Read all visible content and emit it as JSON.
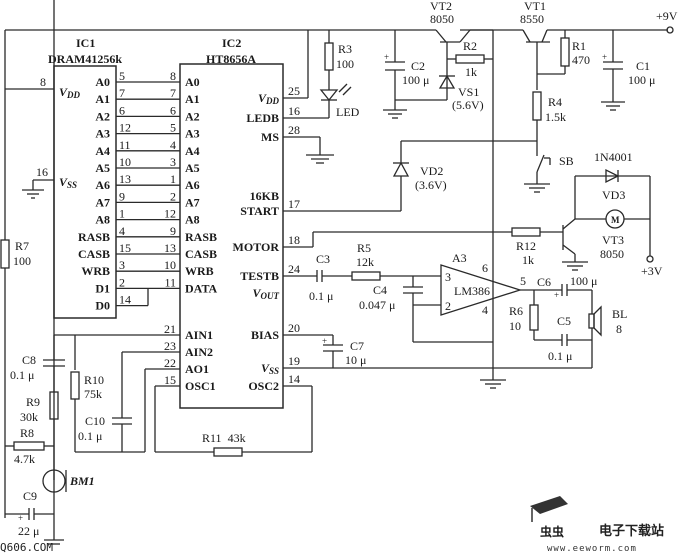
{
  "supplies": {
    "v9": "+9V",
    "v3": "+3V"
  },
  "ic1": {
    "ref": "IC1",
    "part": "DRAM41256k",
    "vdd_pin": "8",
    "vdd": "V",
    "vdd_sub": "DD",
    "vss_pin": "16",
    "vss": "V",
    "vss_sub": "SS",
    "pins": [
      {
        "label": "A0",
        "num": "5"
      },
      {
        "label": "A1",
        "num": "7"
      },
      {
        "label": "A2",
        "num": "6"
      },
      {
        "label": "A3",
        "num": "12"
      },
      {
        "label": "A4",
        "num": "11"
      },
      {
        "label": "A5",
        "num": "10"
      },
      {
        "label": "A6",
        "num": "13"
      },
      {
        "label": "A7",
        "num": "9"
      },
      {
        "label": "A8",
        "num": "1"
      },
      {
        "label": "RASB",
        "num": "4"
      },
      {
        "label": "CASB",
        "num": "15"
      },
      {
        "label": "WRB",
        "num": "3"
      },
      {
        "label": "D1",
        "num": "2"
      },
      {
        "label": "D0",
        "num": "14"
      }
    ]
  },
  "ic2": {
    "ref": "IC2",
    "part": "HT8656A",
    "left_pins": [
      {
        "label": "A0",
        "num": "8"
      },
      {
        "label": "A1",
        "num": "7"
      },
      {
        "label": "A2",
        "num": "6"
      },
      {
        "label": "A3",
        "num": "5"
      },
      {
        "label": "A4",
        "num": "4"
      },
      {
        "label": "A5",
        "num": "3"
      },
      {
        "label": "A6",
        "num": "1"
      },
      {
        "label": "A7",
        "num": "2"
      },
      {
        "label": "A8",
        "num": "12"
      },
      {
        "label": "RASB",
        "num": "9"
      },
      {
        "label": "CASB",
        "num": "13"
      },
      {
        "label": "WRB",
        "num": "10"
      },
      {
        "label": "DATA",
        "num": "11"
      }
    ],
    "left_pins_lower": [
      {
        "label": "AIN1",
        "num": "21"
      },
      {
        "label": "AIN2",
        "num": "23"
      },
      {
        "label": "AO1",
        "num": "22"
      },
      {
        "label": "OSC1",
        "num": "15"
      }
    ],
    "right_pins": [
      {
        "label": "VDD",
        "num": "25"
      },
      {
        "label": "LEDB",
        "num": "16"
      },
      {
        "label": "MS",
        "num": "28"
      },
      {
        "label": "16KB",
        "num": ""
      },
      {
        "label": "START",
        "num": "17"
      },
      {
        "label": "MOTOR",
        "num": "18"
      },
      {
        "label": "TESTB",
        "num": "24"
      },
      {
        "label": "VOUT",
        "num": ""
      },
      {
        "label": "BIAS",
        "num": "20"
      },
      {
        "label": "VSS",
        "num": "19"
      },
      {
        "label": "OSC2",
        "num": "14"
      }
    ]
  },
  "components": {
    "vt1": {
      "ref": "VT1",
      "value": "8550"
    },
    "vt2": {
      "ref": "VT2",
      "value": "8050"
    },
    "vt3": {
      "ref": "VT3",
      "value": "8050"
    },
    "r1": {
      "ref": "R1",
      "value": "470"
    },
    "r2": {
      "ref": "R2",
      "value": "1k"
    },
    "r3": {
      "ref": "R3",
      "value": "100"
    },
    "r4": {
      "ref": "R4",
      "value": "1.5k"
    },
    "r5": {
      "ref": "R5",
      "value": "12k"
    },
    "r6": {
      "ref": "R6",
      "value": "10"
    },
    "r7": {
      "ref": "R7",
      "value": "100"
    },
    "r8": {
      "ref": "R8",
      "value": "4.7k"
    },
    "r9": {
      "ref": "R9",
      "value": "30k"
    },
    "r10": {
      "ref": "R10",
      "value": "75k"
    },
    "r11": {
      "ref": "R11",
      "value": "43k"
    },
    "r12": {
      "ref": "R12",
      "value": "1k"
    },
    "c1": {
      "ref": "C1",
      "value": "100 μ"
    },
    "c2": {
      "ref": "C2",
      "value": "100 μ"
    },
    "c3": {
      "ref": "C3",
      "value": "0.1 μ"
    },
    "c4": {
      "ref": "C4",
      "value": "0.047 μ"
    },
    "c5": {
      "ref": "C5",
      "value": "0.1 μ"
    },
    "c6": {
      "ref": "C6",
      "value": "100 μ"
    },
    "c7": {
      "ref": "C7",
      "value": "10 μ"
    },
    "c8": {
      "ref": "C8",
      "value": "0.1 μ"
    },
    "c9": {
      "ref": "C9",
      "value": "22 μ"
    },
    "c10": {
      "ref": "C10",
      "value": "0.1 μ"
    },
    "vs1": {
      "ref": "VS1",
      "value": "(5.6V)"
    },
    "vd2": {
      "ref": "VD2",
      "value": "(3.6V)"
    },
    "vd3": {
      "ref": "VD3",
      "value": "1N4001"
    },
    "led": {
      "ref": "LED"
    },
    "sb": {
      "ref": "SB"
    },
    "a3": {
      "ref": "A3",
      "value": "LM386",
      "pins": {
        "p3": "3",
        "p2": "2",
        "p6": "6",
        "p4": "4",
        "p5": "5"
      }
    },
    "bl": {
      "ref": "BL",
      "value": "8"
    },
    "bm1": {
      "ref": "BM1"
    },
    "motor": {
      "ref": "M"
    }
  },
  "watermarks": {
    "left": "Q606.COM",
    "brand_cn": "电子下载站",
    "brand_url": "www.eeworm.com"
  }
}
